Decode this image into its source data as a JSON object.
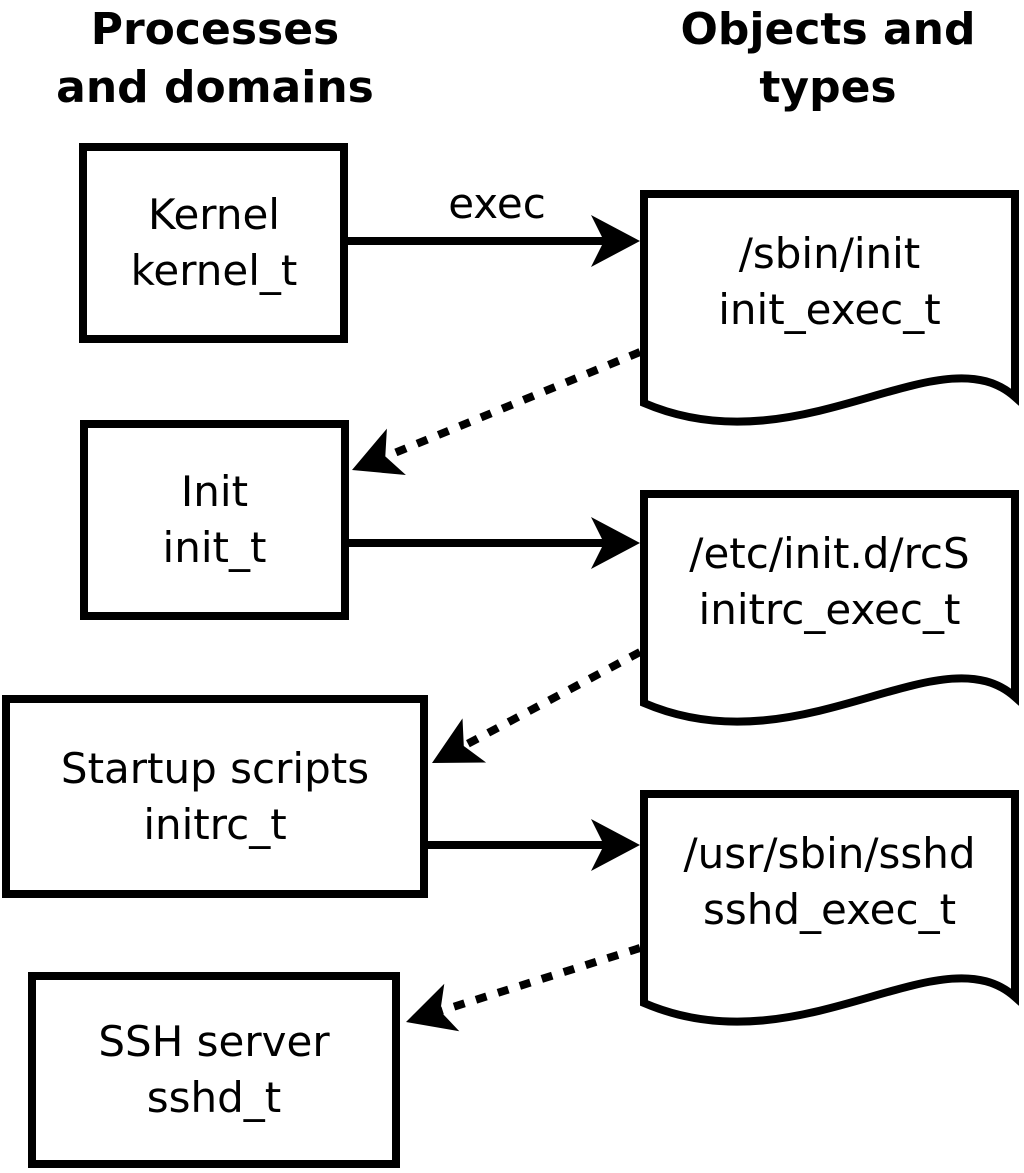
{
  "diagram": {
    "headings": {
      "left": {
        "line1": "Processes",
        "line2": "and domains"
      },
      "right": {
        "line1": "Objects and",
        "line2": "types"
      }
    },
    "process_nodes": [
      {
        "name": "Kernel",
        "type": "kernel_t"
      },
      {
        "name": "Init",
        "type": "init_t"
      },
      {
        "name": "Startup scripts",
        "type": "initrc_t"
      },
      {
        "name": "SSH server",
        "type": "sshd_t"
      }
    ],
    "object_nodes": [
      {
        "path": "/sbin/init",
        "type": "init_exec_t"
      },
      {
        "path": "/etc/init.d/rcS",
        "type": "initrc_exec_t"
      },
      {
        "path": "/usr/sbin/sshd",
        "type": "sshd_exec_t"
      }
    ],
    "edge_labels": {
      "exec": "exec"
    },
    "colors": {
      "ink": "#000000",
      "background": "#ffffff"
    }
  }
}
